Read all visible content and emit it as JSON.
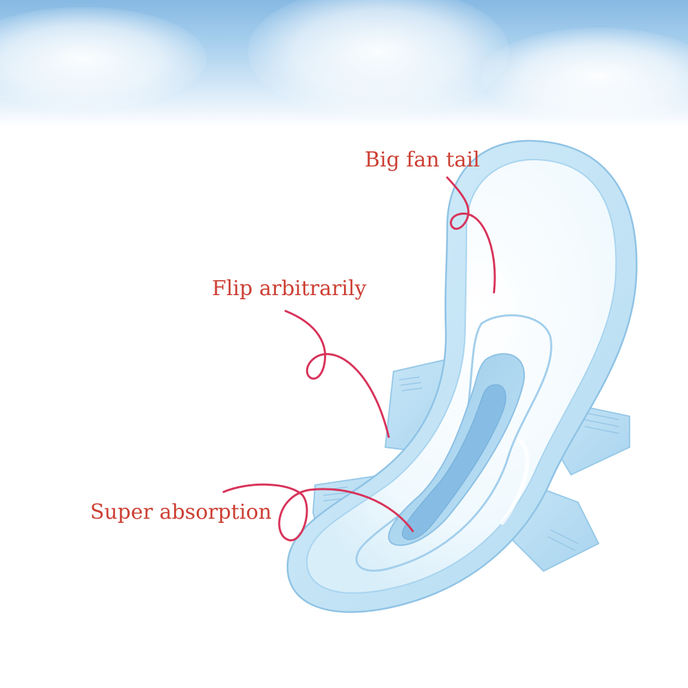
{
  "callouts": {
    "fan_tail": "Big fan tail",
    "flip": "Flip arbitrarily",
    "absorption": "Super absorption"
  },
  "colors": {
    "callout_text": "#cc3f33",
    "leader_line": "#d8335a",
    "sky": "#a9d0ee",
    "pad_wing": "#b7dcf2",
    "pad_core": "#eef8fd"
  },
  "illustration": "sanitary-pad"
}
